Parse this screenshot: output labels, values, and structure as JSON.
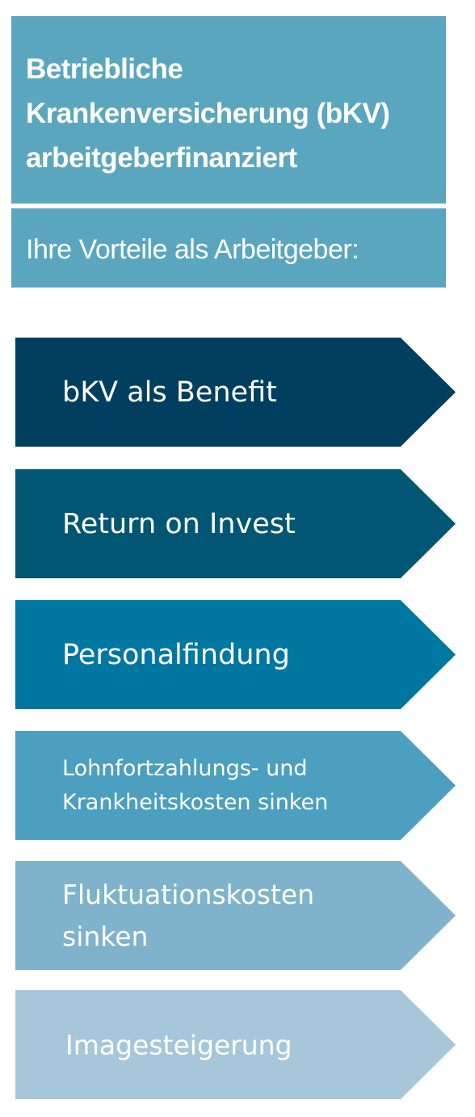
{
  "header": {
    "title": "Betriebliche\nKrankenversicherung (bKV)\narbeitgeberfinanziert",
    "subtitle": "Ihre Vorteile als Arbeitgeber:",
    "color": "#5ba6bf"
  },
  "arrows": [
    {
      "label": "bKV als Benefit",
      "color": "#003f5f"
    },
    {
      "label": "Return on Invest",
      "color": "#005673"
    },
    {
      "label": "Personalfindung",
      "color": "#0077a0"
    },
    {
      "label": "Lohnfortzahlungs- und\nKrankheitskosten sinken",
      "color": "#4c9fbe"
    },
    {
      "label": "Fluktuationskosten\nsinken",
      "color": "#7fb3cc"
    },
    {
      "label": "Imagesteigerung",
      "color": "#a6c7d9"
    }
  ]
}
